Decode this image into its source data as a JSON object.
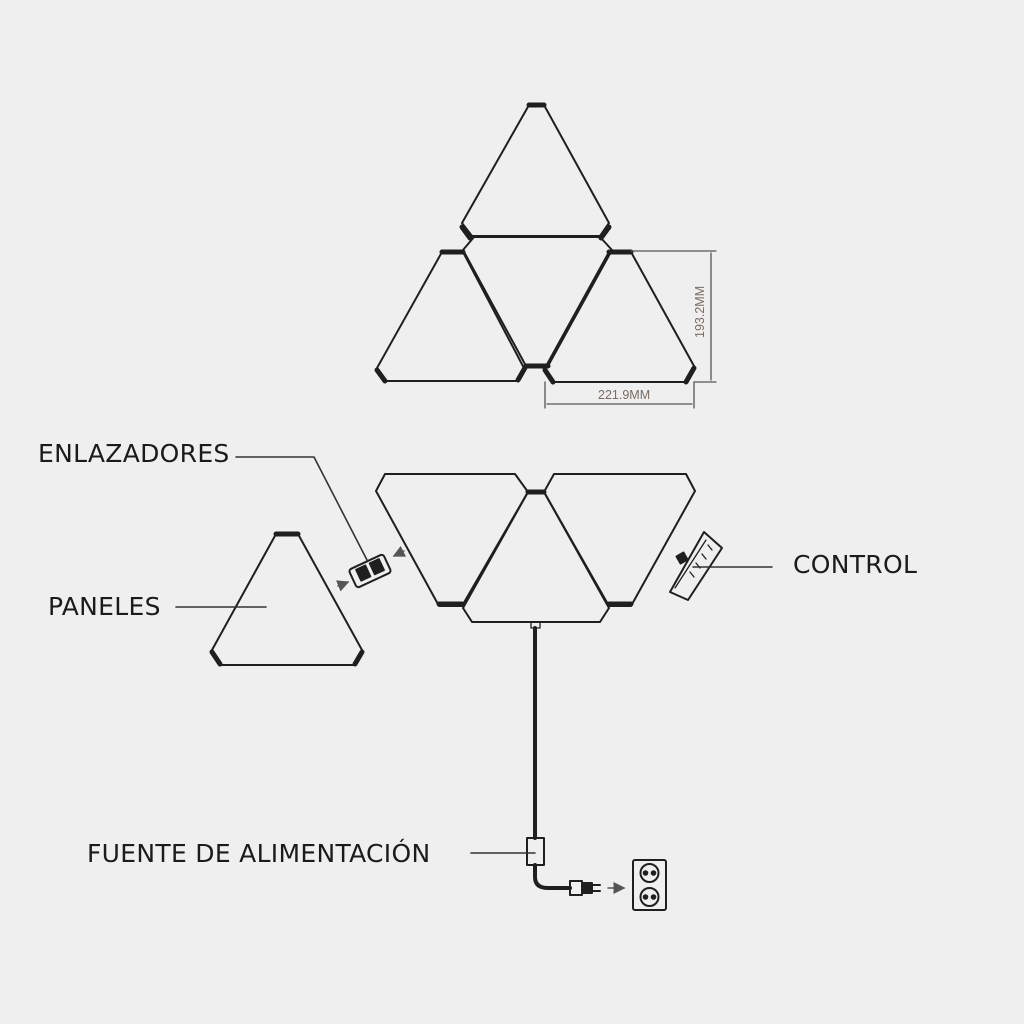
{
  "labels": {
    "enlazadores": "ENLAZADORES",
    "paneles": "PANELES",
    "control": "CONTROL",
    "fuente": "FUENTE DE ALIMENTACIÓN"
  },
  "dimensions": {
    "height": "193.2MM",
    "width": "221.9MM"
  },
  "colors": {
    "background": "#efefef",
    "line": "#1f1f1f",
    "dimension_text": "#7a6c64"
  }
}
